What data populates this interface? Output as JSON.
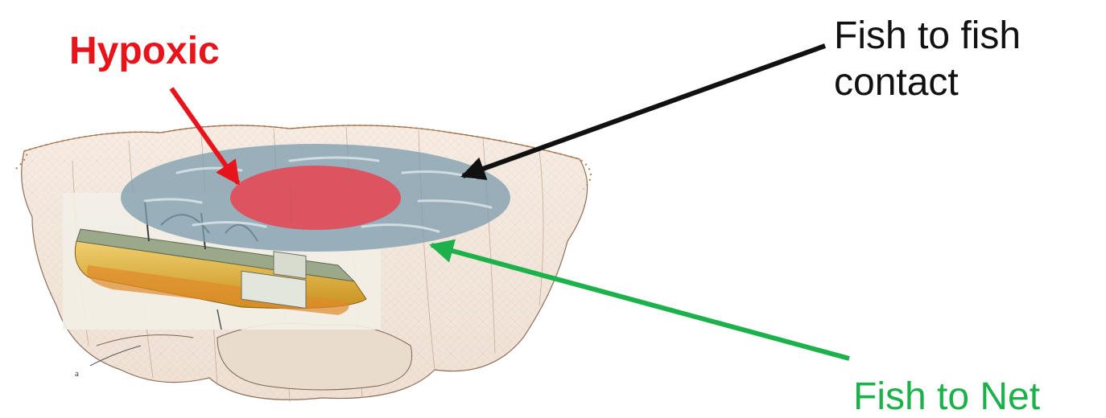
{
  "labels": {
    "hypoxic": "Hypoxic",
    "fish_contact_line1": "Fish to fish",
    "fish_contact_line2": "contact",
    "fish_to_net": "Fish to Net",
    "figure_mark": "a"
  },
  "colors": {
    "hypoxic": "#e8141b",
    "fish_contact": "#111111",
    "fish_to_net": "#1db14b",
    "net_fill": "#f1e5da",
    "net_line": "#8a6e5a",
    "float_dots": "#c87a3c",
    "school_overlay": "#8aa6b4",
    "hypoxic_zone": "#e24a57",
    "boat_hull": "#d9b23c",
    "boat_deck": "#9aa98a"
  },
  "icons": {
    "net": "purse-seine-net-illustration",
    "boat": "fishing-vessel-illustration"
  }
}
